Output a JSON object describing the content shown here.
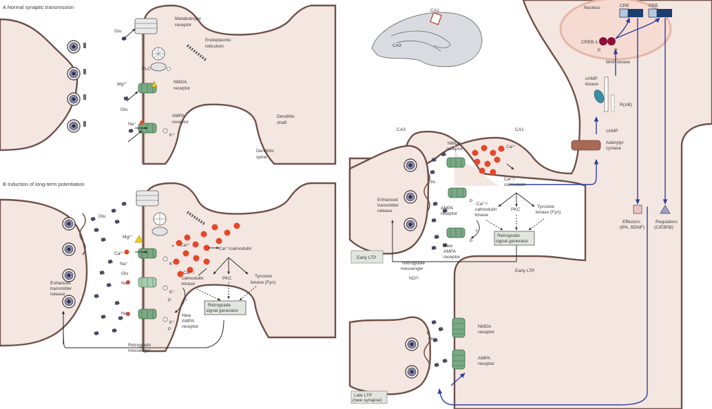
{
  "panel_a": {
    "letter": "A",
    "title": "Normal synaptic transmission",
    "labels": {
      "glu_1": "Glu",
      "metabotropic": [
        "Metabotropic",
        "receptor"
      ],
      "er": [
        "Endoplasmic",
        "reticulum"
      ],
      "plc": "PLC",
      "mg": "Mg²⁺",
      "nmda": [
        "NMDA",
        "receptor"
      ],
      "glu_2": "Glu",
      "ampa": [
        "AMPA",
        "receptor"
      ],
      "na": "Na⁺",
      "k": "K⁺",
      "dendritic_shaft": [
        "Dendritic",
        "shaft"
      ],
      "dendritic_spine": [
        "Dendritic",
        "spine"
      ]
    }
  },
  "panel_b": {
    "letter": "B",
    "title": "Induction of long-term potentiation",
    "labels": {
      "glu_top": "Glu",
      "mg": "Mg²⁺",
      "ca_in": "Ca²⁺",
      "na_1": "Na⁺",
      "k_1": "K⁺",
      "ca_spine": "Ca²⁺",
      "ca_calmodulin": "Ca²⁺/calmodulin",
      "glu_mid": "Glu",
      "na_2": "Na⁺",
      "k_2": "K⁺",
      "p_1": "P",
      "na_3": "Na⁺",
      "k_3": "K⁺",
      "p_2": "P",
      "camk": [
        "Ca²⁺/",
        "calmodulin",
        "kinase"
      ],
      "question": "?",
      "pkc": "PKC",
      "tyrosine": [
        "Tyrosine",
        "kinase (Fyn)"
      ],
      "new_ampa": [
        "New",
        "AMPA",
        "receptor"
      ],
      "retro_box": [
        "Retrograde",
        "signal generator"
      ],
      "enhanced": [
        "Enhanced",
        "transmitter",
        "release"
      ],
      "retro_msg": [
        "Retrograde",
        "messenger"
      ]
    }
  },
  "panel_c": {
    "brain": {
      "ca1": "CA1",
      "ca3": "CA3"
    },
    "ca3": "CA3",
    "ca1": "CA1",
    "nucleus": "Nucleus",
    "cre_1": "CRE",
    "cre_2": "CRE",
    "creb": "CREB-1",
    "p_a": "P",
    "p_b": "P",
    "map_kinase": "MAP kinase",
    "camp_kinase": [
      "cAMP",
      "kinase"
    ],
    "rab": "R(AB)",
    "camp": "cAMP",
    "adenylyl": [
      "Adenylyl",
      "cyclase"
    ],
    "nmda": [
      "NMDA",
      "receptor"
    ],
    "ca_top": "Ca²⁺",
    "ca_calmodulin": [
      "Ca²⁺/",
      "calmodulin"
    ],
    "glu": "Glu",
    "enhanced": [
      "Enhanced",
      "transmitter",
      "release"
    ],
    "ampa": [
      "AMPA",
      "receptor"
    ],
    "p_1": "P",
    "camk": [
      "Ca²⁺/",
      "calmodulin",
      "kinase"
    ],
    "pkc": "PKC",
    "tyrosine": [
      "Tyrosine",
      "kinase (Fyn)"
    ],
    "question": "?",
    "p_2": "P",
    "new_ampa": [
      "New",
      "AMPA",
      "receptor"
    ],
    "retro_box": [
      "Retrograde",
      "signal generator"
    ],
    "early_ltp_box": "Early LTP",
    "retro_msg": [
      "Retrograde",
      "messenger"
    ],
    "no_q": "NO?",
    "early_ltp_label": "Early LTP",
    "effectors": [
      "Effectors",
      "(tPA, BDNF)"
    ],
    "regulators": [
      "Regulators",
      "(C/EBPβ)"
    ],
    "late_glu": "Glu",
    "late_nmda": [
      "NMDA",
      "receptor"
    ],
    "late_ampa": [
      "AMPA",
      "receptor"
    ],
    "late_ltp_box": [
      "Late LTP",
      "(new synapse)"
    ]
  },
  "colors": {
    "membrane_fill": "#f4e6e1",
    "membrane_stroke": "#6e5048",
    "receptor": "#7aa985",
    "calcium": "#e4472b",
    "pathway_arrow": "#2e3f9a",
    "creb": "#8b1038",
    "cre_dark": "#1c3d6e",
    "cre_light": "#b5c9df",
    "cyclase": "#a86a55"
  }
}
